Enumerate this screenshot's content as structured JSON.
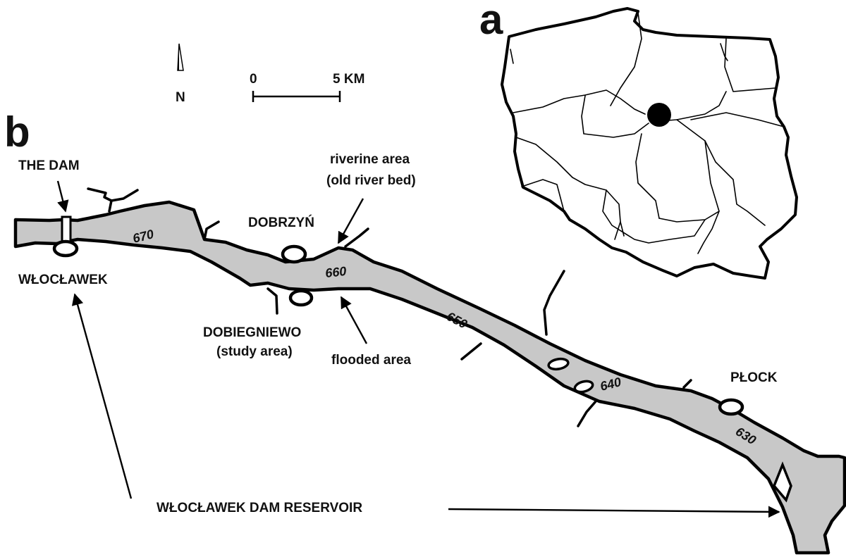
{
  "panel_labels": {
    "a": "a",
    "b": "b"
  },
  "north_arrow": {
    "label": "N"
  },
  "scale_bar": {
    "start_label": "0",
    "end_label": "5 KM"
  },
  "places": {
    "the_dam": "THE DAM",
    "wloclawek": "WŁOCŁAWEK",
    "dobrzyn": "DOBRZYŃ",
    "dobiegniewo": "DOBIEGNIEWO",
    "dobiegniewo_note": "(study area)",
    "plock": "PŁOCK"
  },
  "annotations": {
    "riverine_line1": "riverine area",
    "riverine_line2": "(old river bed)",
    "flooded": "flooded area",
    "reservoir": "WŁOCŁAWEK DAM RESERVOIR"
  },
  "river_km": [
    "670",
    "660",
    "650",
    "640",
    "630"
  ],
  "colors": {
    "water": "#c8c8c8",
    "outline": "#000000",
    "background": "#ffffff",
    "location_dot": "#000000"
  }
}
